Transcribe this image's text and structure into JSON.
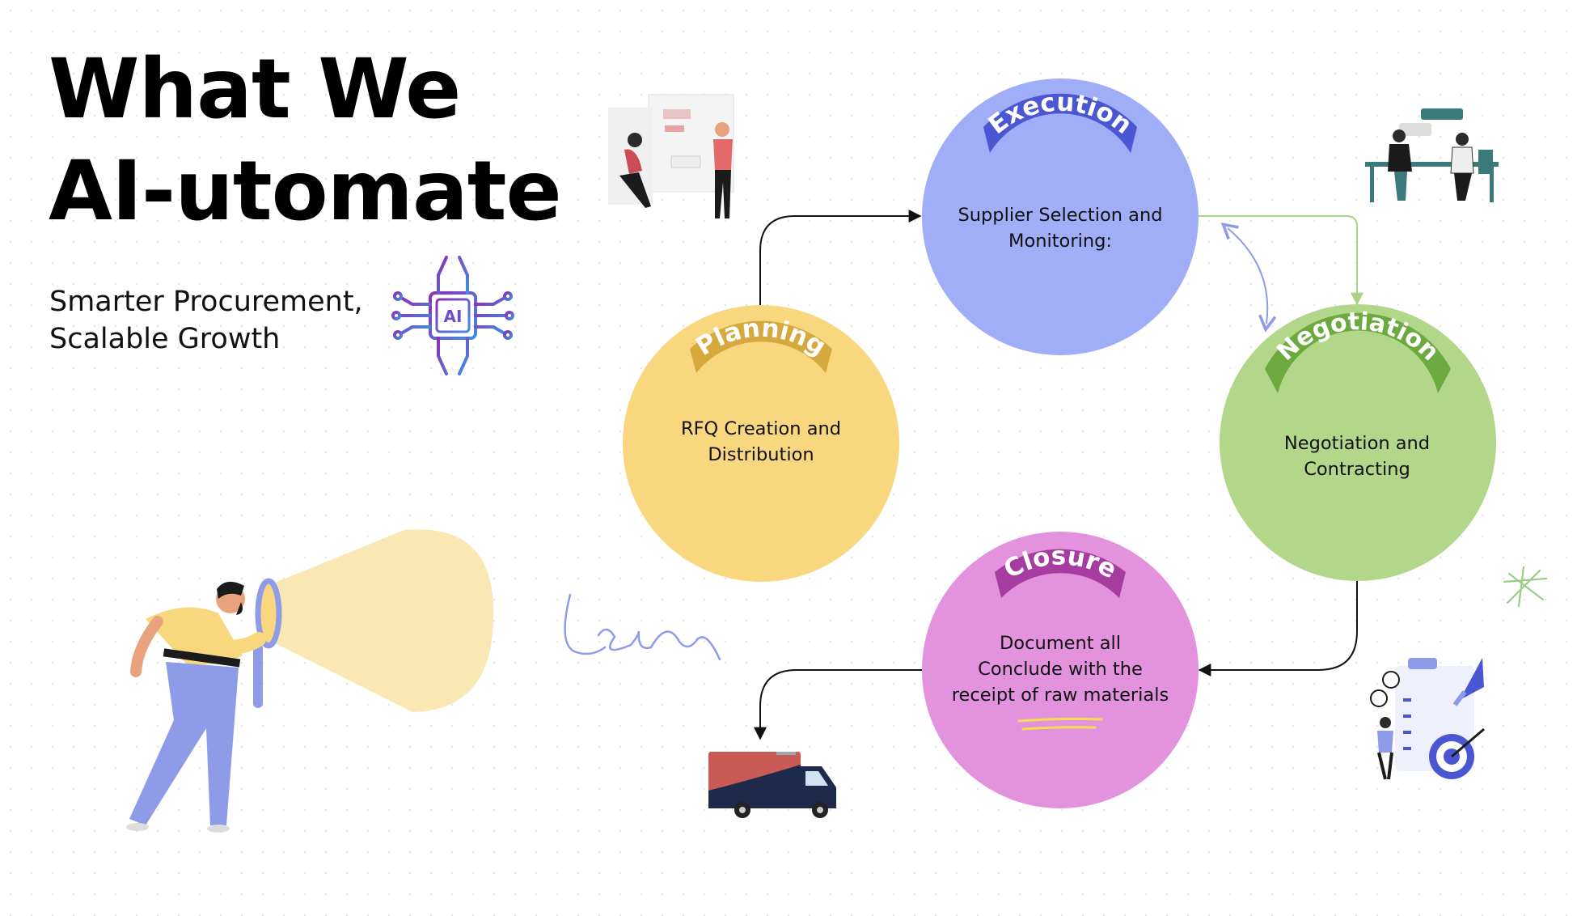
{
  "header": {
    "title_line1": "What We",
    "title_line2": "AI-utomate",
    "subtitle_line1": "Smarter Procurement,",
    "subtitle_line2": "Scalable Growth",
    "chip_label": "AI"
  },
  "stages": {
    "planning": {
      "label": "Planning",
      "line1": "RFQ Creation and",
      "line2": "Distribution",
      "color": "#F8D77F",
      "accent": "#D6A93F"
    },
    "execution": {
      "label": "Execution",
      "line1": "Supplier Selection and",
      "line2": "Monitoring:",
      "color": "#A0AEF8",
      "accent": "#4B57D2"
    },
    "negotiation": {
      "label": "Negotiation",
      "line1": "Negotiation and",
      "line2": "Contracting",
      "color": "#B2D78B",
      "accent": "#6CAA3F"
    },
    "closure": {
      "label": "Closure",
      "line1": "Document all",
      "line2": "Conclude with the",
      "line3": "receipt of raw materials",
      "color": "#E393DE",
      "accent": "#A63C9F"
    }
  },
  "colors": {
    "arrow": "#111111",
    "green_arrow": "#A8D48A",
    "blue_arrow": "#8E9BE8",
    "highlight": "#F3DE50"
  },
  "icons": [
    "ai-chip-icon",
    "flashlight-person-illustration",
    "whiteboard-people-illustration",
    "meeting-people-illustration",
    "delivery-truck-icon",
    "target-rocket-illustration",
    "star-doodle",
    "scribble-doodle"
  ]
}
